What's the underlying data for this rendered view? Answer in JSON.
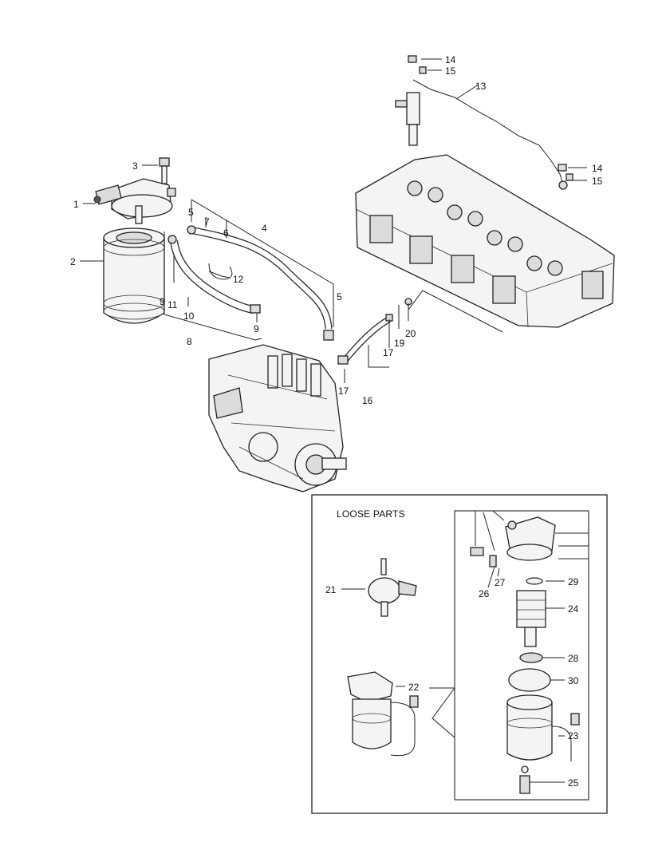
{
  "callouts": {
    "c1": "1",
    "c2": "2",
    "c3": "3",
    "c4": "4",
    "c5a": "5",
    "c5b": "5",
    "c6": "6",
    "c7": "7",
    "c8": "8",
    "c9a": "9",
    "c9b": "9",
    "c10": "10",
    "c11": "11",
    "c12": "12",
    "c13": "13",
    "c14a": "14",
    "c14b": "14",
    "c15a": "15",
    "c15b": "15",
    "c16": "16",
    "c17a": "17",
    "c17b": "17",
    "c19": "19",
    "c20": "20",
    "c21": "21",
    "c22": "22",
    "c23": "23",
    "c24": "24",
    "c25": "25",
    "c26": "26",
    "c27": "27",
    "c28": "28",
    "c29": "29",
    "c30": "30"
  },
  "loose_parts": {
    "title": "LOOSE PARTS"
  }
}
